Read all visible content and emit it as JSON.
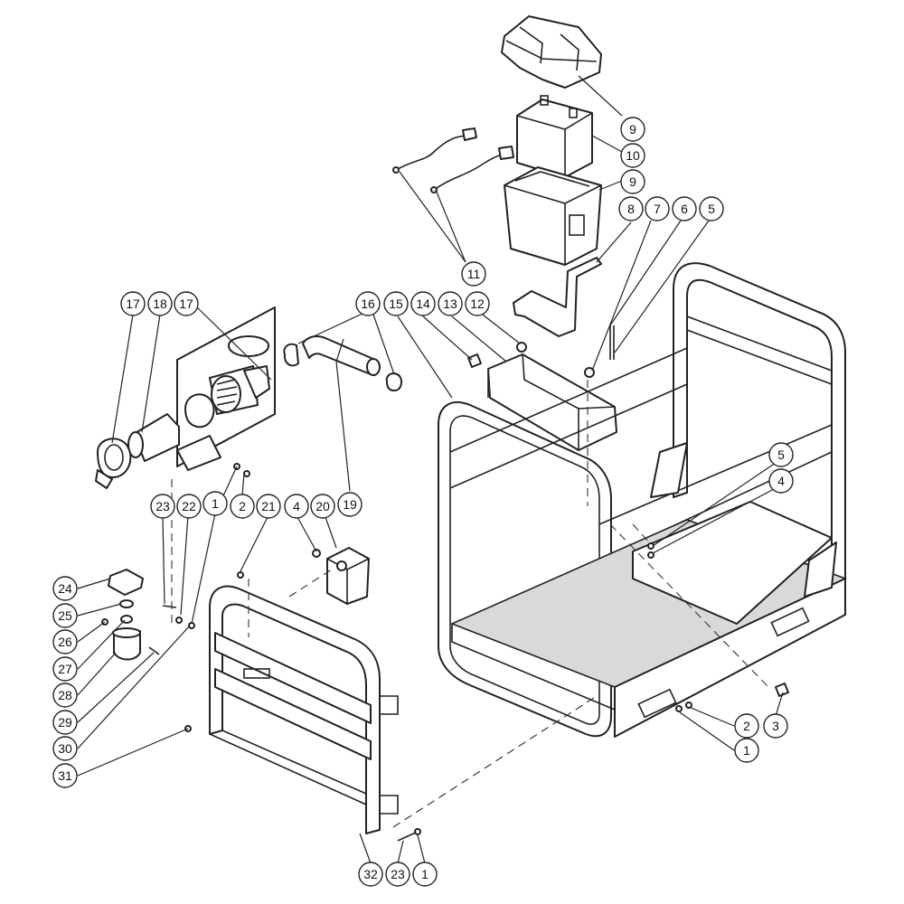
{
  "callouts": [
    "9",
    "10",
    "9",
    "8",
    "7",
    "6",
    "5",
    "11",
    "16",
    "15",
    "14",
    "13",
    "12",
    "17",
    "18",
    "17",
    "5",
    "4",
    "23",
    "22",
    "1",
    "2",
    "21",
    "4",
    "20",
    "19",
    "24",
    "25",
    "26",
    "27",
    "28",
    "29",
    "30",
    "31",
    "2",
    "3",
    "1",
    "32",
    "23",
    "1"
  ],
  "palette": {
    "line": "#222222",
    "fill": "#ffffff",
    "shade": "#d9d9d9"
  }
}
